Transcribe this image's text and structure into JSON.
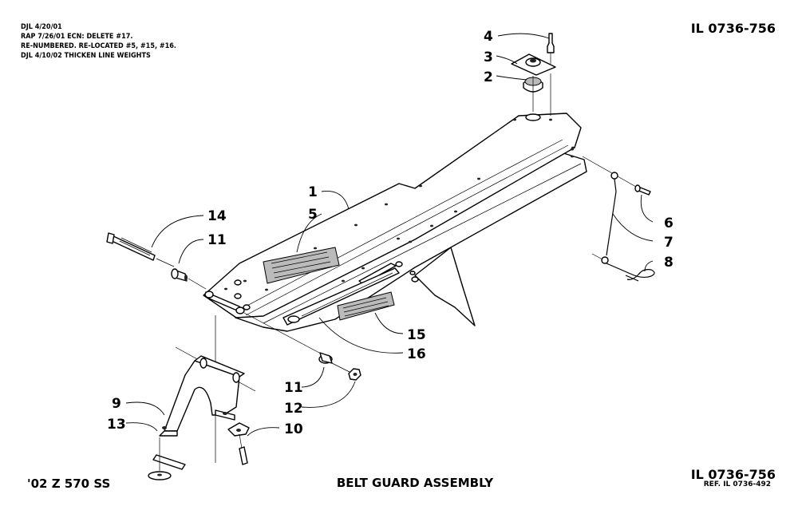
{
  "revision_notes": [
    "DJL 4/20/01",
    "RAP 7/26/01  ECN:  DELETE #17.",
    "RE-NUMBERED. RE-LOCATED #5, #15, #16.",
    "DJL 4/10/02 THICKEN LINE WEIGHTS"
  ],
  "illustration_number_top": "IL 0736-756",
  "illustration_number_bottom": "IL 0736-756",
  "reference_number": "REF. IL 0736-492",
  "model": "'02 Z 570 SS",
  "title": "BELT GUARD ASSEMBLY",
  "callouts": {
    "c1": "1",
    "c2": "2",
    "c3": "3",
    "c4": "4",
    "c5": "5",
    "c6": "6",
    "c7": "7",
    "c8": "8",
    "c9": "9",
    "c10": "10",
    "c11a": "11",
    "c11b": "11",
    "c12": "12",
    "c13": "13",
    "c14": "14",
    "c15": "15",
    "c16": "16"
  }
}
